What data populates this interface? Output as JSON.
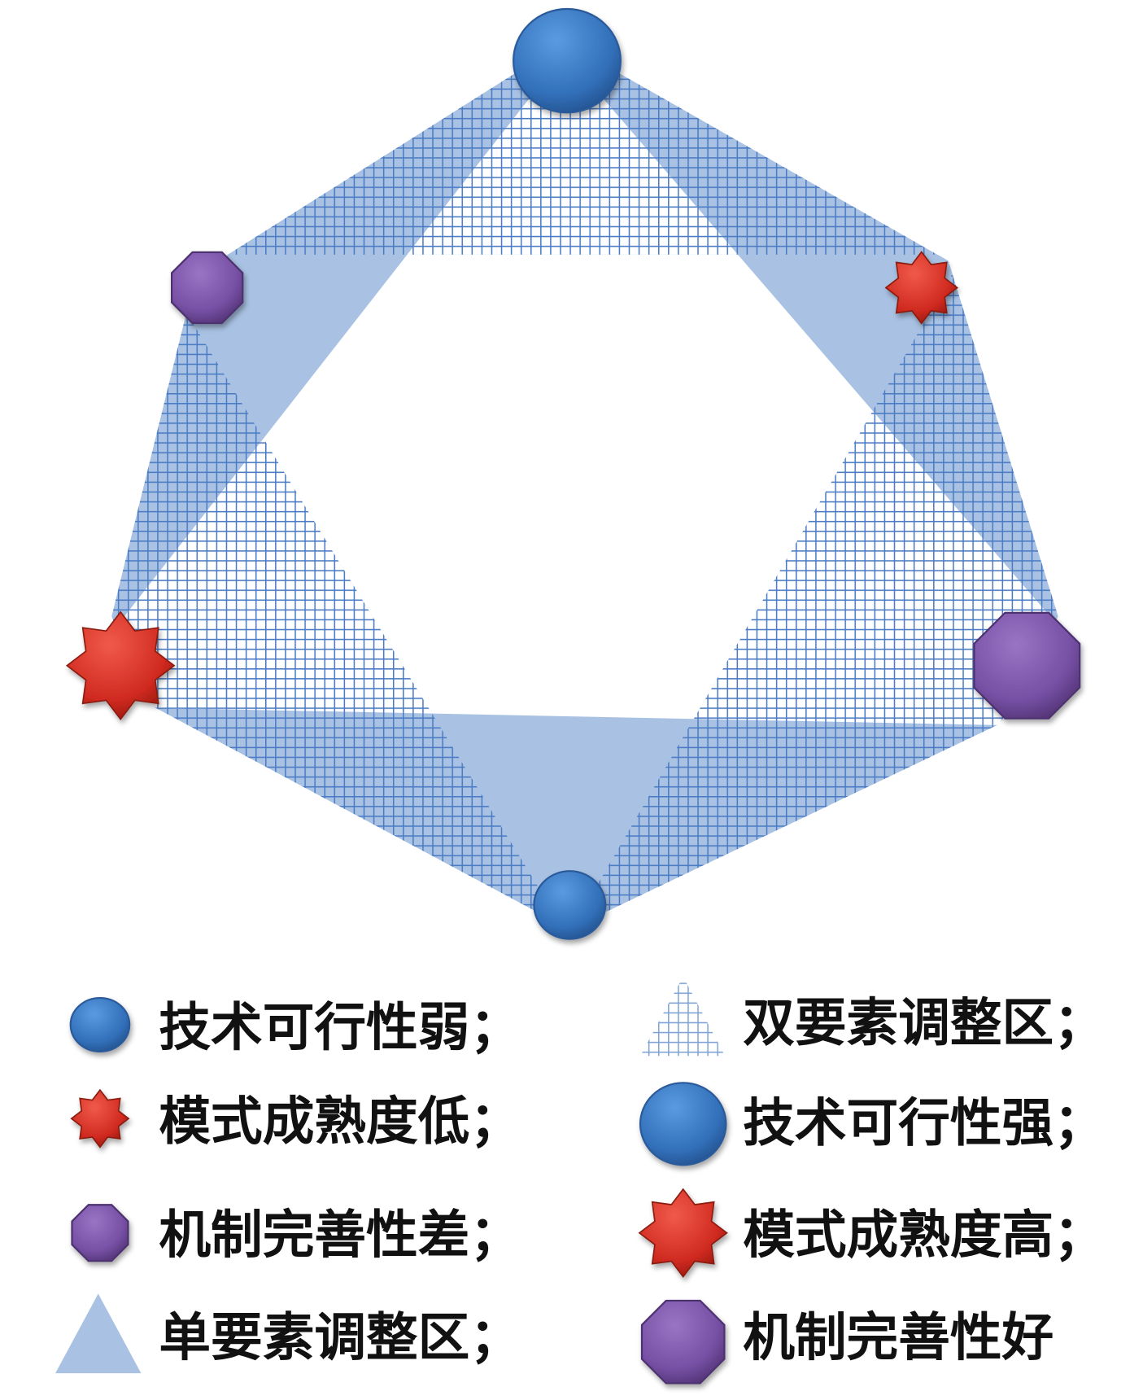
{
  "colors": {
    "region_fill": "#a9c2e3",
    "hatch_line": "#4a7bc4",
    "circle": "#3a78c2",
    "star": "#d42a22",
    "octagon": "#7b52a8"
  },
  "legend": {
    "left": [
      {
        "icon": "small-circle-icon",
        "label": "技术可行性弱；"
      },
      {
        "icon": "small-star-icon",
        "label": "模式成熟度低；"
      },
      {
        "icon": "small-octagon-icon",
        "label": "机制完善性差；"
      },
      {
        "icon": "solid-triangle-icon",
        "label": "单要素调整区；"
      }
    ],
    "right": [
      {
        "icon": "hatched-triangle-icon",
        "label": "双要素调整区；"
      },
      {
        "icon": "large-circle-icon",
        "label": "技术可行性强；"
      },
      {
        "icon": "large-star-icon",
        "label": "模式成熟度高；"
      },
      {
        "icon": "large-octagon-icon",
        "label": "机制完善性好"
      }
    ]
  }
}
